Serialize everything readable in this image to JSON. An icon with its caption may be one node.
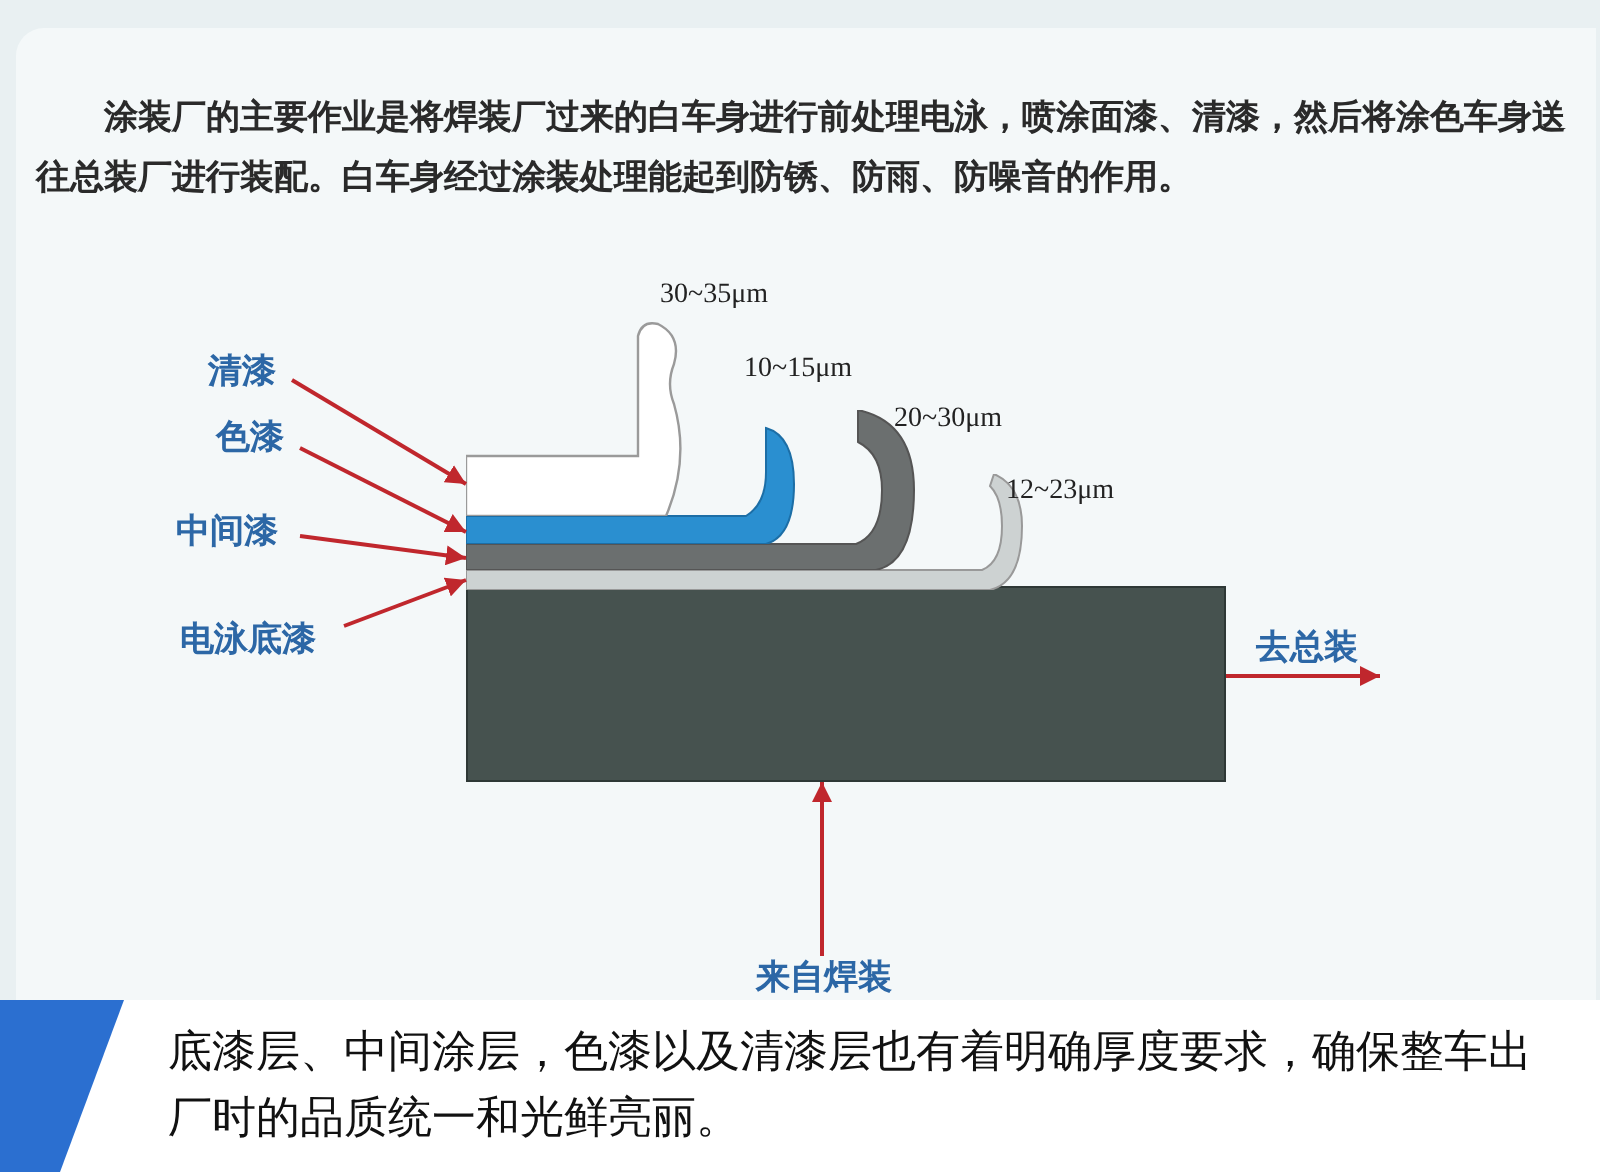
{
  "diagram": {
    "title": "涂装厂的主要作业是将焊装厂过来的白车身进行前处理电泳，喷涂面漆、清漆，然后将涂色车身送往总装厂进行装配。白车身经过涂装处理能起到防锈、防雨、防噪音的作用。",
    "caption": "底漆层、中间涂层，色漆以及清漆层也有着明确厚度要求，确保整车出厂时的品质统一和光鲜亮丽。",
    "nodes": [
      {
        "text": [
          "清漆"
        ]
      },
      {
        "text": [
          "色漆"
        ]
      },
      {
        "text": [
          "中间漆"
        ]
      },
      {
        "text": [
          "电泳底漆"
        ]
      },
      {
        "text": [],
        "shape": "box"
      },
      {
        "text": [],
        "shape": "bar"
      },
      {
        "text": [],
        "shape": "bar"
      },
      {
        "text": [],
        "shape": "bar"
      },
      {
        "text": [],
        "shape": "box"
      },
      {
        "text": [
          "去总装"
        ]
      },
      {
        "text": [
          "来自焊装"
        ]
      }
    ],
    "edges": [
      {
        "from": 0,
        "to": 4,
        "arrow": "to"
      },
      {
        "from": 1,
        "to": 5,
        "arrow": "to"
      },
      {
        "from": 2,
        "to": 6,
        "arrow": "to"
      },
      {
        "from": 3,
        "to": 7,
        "arrow": "to"
      },
      {
        "from": 8,
        "to": 9,
        "arrow": "to"
      },
      {
        "from": 10,
        "to": 8,
        "arrow": "to"
      }
    ],
    "labels": [
      "30~35μm",
      "10~15μm",
      "20~30μm",
      "12~23μm"
    ]
  }
}
